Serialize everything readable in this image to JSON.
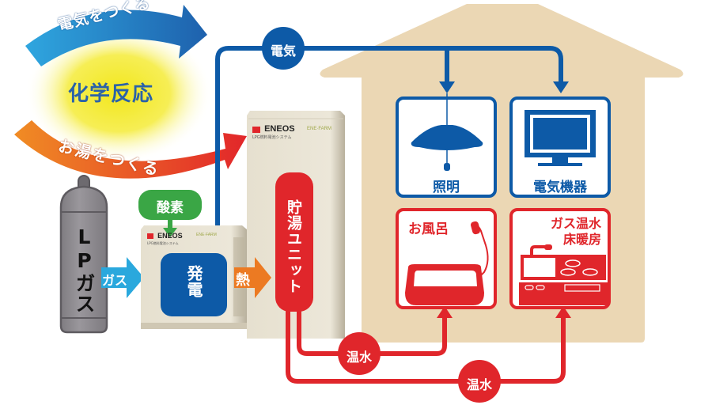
{
  "colors": {
    "blue": "#0d5aa7",
    "red": "#e0262b",
    "orange": "#ec7a22",
    "green": "#3aa645",
    "cyan": "#2aa8dd",
    "house": "#ebd7b4",
    "cylinder": "#8e8b90",
    "unit": "#e9e3d3",
    "glow": "#f4ea2a"
  },
  "reaction": {
    "center_label": "化学反応",
    "top_arrow_label": "電気をつくる",
    "bottom_arrow_label": "お湯をつくる"
  },
  "inputs": {
    "cylinder_label": "LPガス",
    "gas_arrow_label": "ガス",
    "oxygen_label": "酸素"
  },
  "fuel_cell_unit": {
    "brand": "ENEOS",
    "subtitle": "LPG燃料電池システム",
    "product": "ENE·FARM",
    "generation_label": "発電",
    "heat_arrow_label": "熱"
  },
  "storage_unit": {
    "brand": "ENEOS",
    "subtitle": "LPG燃料電池システム",
    "product": "ENE·FARM",
    "label": "貯湯ユニット"
  },
  "electricity_line": {
    "label": "電気"
  },
  "house": {
    "appliances": [
      {
        "id": "lighting",
        "label": "照明",
        "icon": "ceiling-lamp-icon",
        "type": "electric"
      },
      {
        "id": "electronics",
        "label": "電気機器",
        "icon": "tv-monitor-icon",
        "type": "electric"
      },
      {
        "id": "bath",
        "label": "お風呂",
        "icon": "bathtub-icon",
        "type": "hot-water"
      },
      {
        "id": "kitchen",
        "label_line1": "ガス温水",
        "label_line2": "床暖房",
        "icon": "kitchen-stove-icon",
        "type": "hot-water"
      }
    ]
  },
  "hot_water_lines": [
    {
      "label": "温水"
    },
    {
      "label": "温水"
    }
  ]
}
